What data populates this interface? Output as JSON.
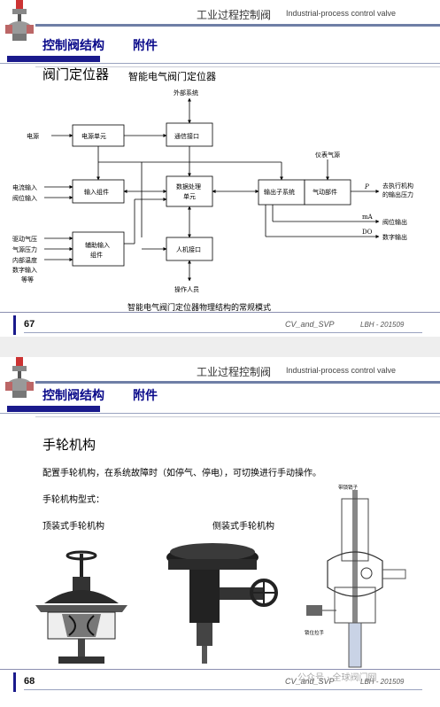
{
  "header": {
    "title_cn": "工业过程控制阀",
    "title_en": "Industrial-process control valve"
  },
  "section": {
    "title": "控制阀结构",
    "subtitle": "附件"
  },
  "slide1": {
    "heading": "阀门定位器",
    "subheading": "智能电气阀门定位器",
    "caption": "智能电气阀门定位器物理结构的常规模式",
    "page_number": "67",
    "footer_mid": "CV_and_SVP",
    "footer_right": "LBH - 201509",
    "diagram": {
      "external_system": "外部系统",
      "power_supply": "电源",
      "power_unit": "电源单元",
      "comm_interface": "通信接口",
      "instrument_air": "仪表气源",
      "current_input": "电流输入",
      "valve_position_input": "阀位输入",
      "input_module": "输入组件",
      "data_processing_1": "数据处理",
      "data_processing_2": "单元",
      "output_subsystem": "输出子系统",
      "pneumatic_part": "气动部件",
      "p_symbol": "P",
      "to_actuator_1": "去执行机构",
      "to_actuator_2": "的输出压力",
      "ma_label": "mA",
      "valve_position_output": "阀位输出",
      "do_label": "DO",
      "digital_output": "数字输出",
      "drive_pressure": "驱动气压",
      "air_pressure": "气源压力",
      "internal_temp": "内部温度",
      "digital_input": "数字输入",
      "etc": "等等",
      "aux_input_1": "辅助输入",
      "aux_input_2": "组件",
      "hmi": "人机接口",
      "operator": "操作人员"
    }
  },
  "slide2": {
    "heading": "手轮机构",
    "body": "配置手轮机构，在系统故障时（如停气、停电），可切换进行手动操作。",
    "types_label": "手轮机构型式：",
    "top_mounted": "顶装式手轮机构",
    "side_mounted": "侧装式手轮机构",
    "callout_top": "带锁销子",
    "callout_bottom": "锁位拉手",
    "page_number": "68",
    "footer_mid": "CV_and_SVP",
    "footer_right": "LBH - 201509"
  },
  "watermark": "公众号 · 全球阀门网",
  "colors": {
    "brand": "#1a1a8c",
    "header_line": "#6f7fa6"
  }
}
